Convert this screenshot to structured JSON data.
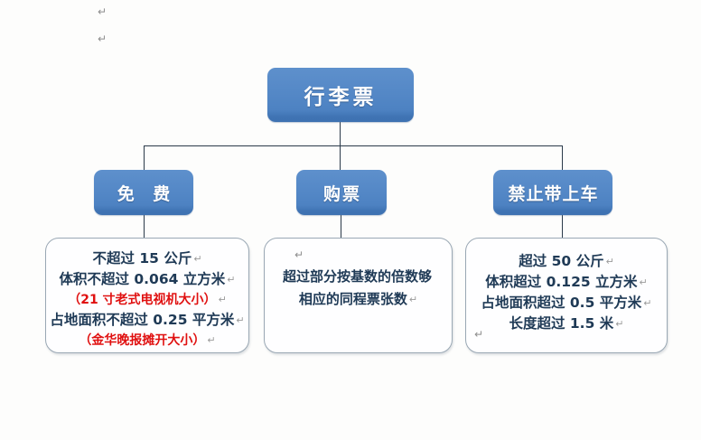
{
  "diagram": {
    "title": "行李票",
    "root": {
      "label": "行李票"
    },
    "branches": [
      {
        "id": "free",
        "label": "免  费",
        "details": [
          {
            "text": "不超过 15 公斤",
            "color": "#1f3a56",
            "mark": "↵"
          },
          {
            "text": "体积不超过 0.064 立方米",
            "color": "#1f3a56",
            "mark": "↵"
          },
          {
            "text": "（21 寸老式电视机大小）",
            "color": "#e01010",
            "mark": "↵"
          },
          {
            "text": "占地面积不超过 0.25 平方米",
            "color": "#1f3a56",
            "mark": "↵"
          },
          {
            "text": "（金华晚报摊开大小）",
            "color": "#e01010",
            "mark": "↵"
          }
        ]
      },
      {
        "id": "buy",
        "label": "购票",
        "details": [
          {
            "text": "超过部分按基数的倍数够",
            "color": "#1f3a56",
            "mark": ""
          },
          {
            "text": "相应的同程票张数",
            "color": "#1f3a56",
            "mark": "↵"
          }
        ]
      },
      {
        "id": "ban",
        "label": "禁止带上车",
        "details": [
          {
            "text": "超过 50 公斤",
            "color": "#1f3a56",
            "mark": "↵"
          },
          {
            "text": "体积超过 0.125 立方米",
            "color": "#1f3a56",
            "mark": "↵"
          },
          {
            "text": "占地面积超过 0.5 平方米",
            "color": "#1f3a56",
            "mark": "↵"
          },
          {
            "text": "长度超过 1.5 米",
            "color": "#1f3a56",
            "mark": "↵"
          }
        ]
      }
    ],
    "stray_marks": [
      {
        "id": "mark-top-1",
        "glyph": "↵"
      },
      {
        "id": "mark-top-2",
        "glyph": "↵"
      },
      {
        "id": "mark-buy-inner",
        "glyph": "↵"
      },
      {
        "id": "mark-ban-inner",
        "glyph": "↵"
      }
    ],
    "colors": {
      "node_blue": "#4d82c2",
      "node_blue_dark": "#3d71b1",
      "node_text": "#ffffff",
      "body_text": "#1f3a56",
      "accent_red": "#e01010",
      "connector": "#2b3a4a",
      "box_border": "#9aa8b4",
      "background": "#fdfdfc"
    }
  }
}
